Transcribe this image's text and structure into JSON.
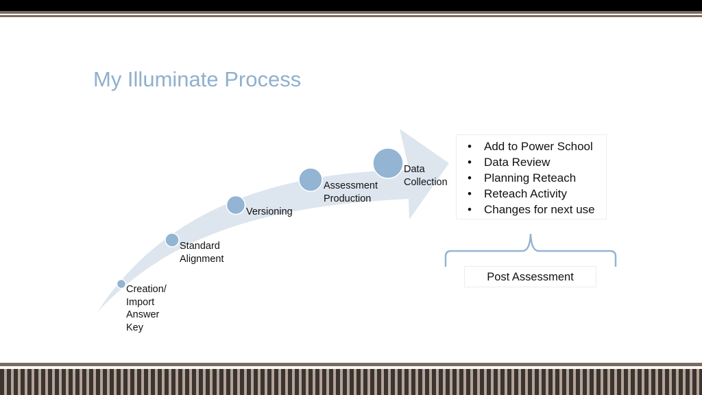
{
  "title": "My Illuminate Process",
  "stages": [
    {
      "label": "Creation/\nImport\nAnswer\nKey"
    },
    {
      "label": "Standard\nAlignment"
    },
    {
      "label": "Versioning"
    },
    {
      "label": "Assessment\nProduction"
    },
    {
      "label": "Data\nCollection"
    }
  ],
  "post_assessment_items": [
    "Add to Power School",
    "Data Review",
    "Planning Reteach",
    "Reteach Activity",
    "Changes for next use"
  ],
  "post_assessment_label": "Post Assessment",
  "colors": {
    "title": "#8fb0cd",
    "arrow_fill": "#dde5ee",
    "node_fill": "#93b4d2",
    "brace": "#93b4d2",
    "band_dark": "#000000",
    "band_brown": "#7a6a60"
  }
}
